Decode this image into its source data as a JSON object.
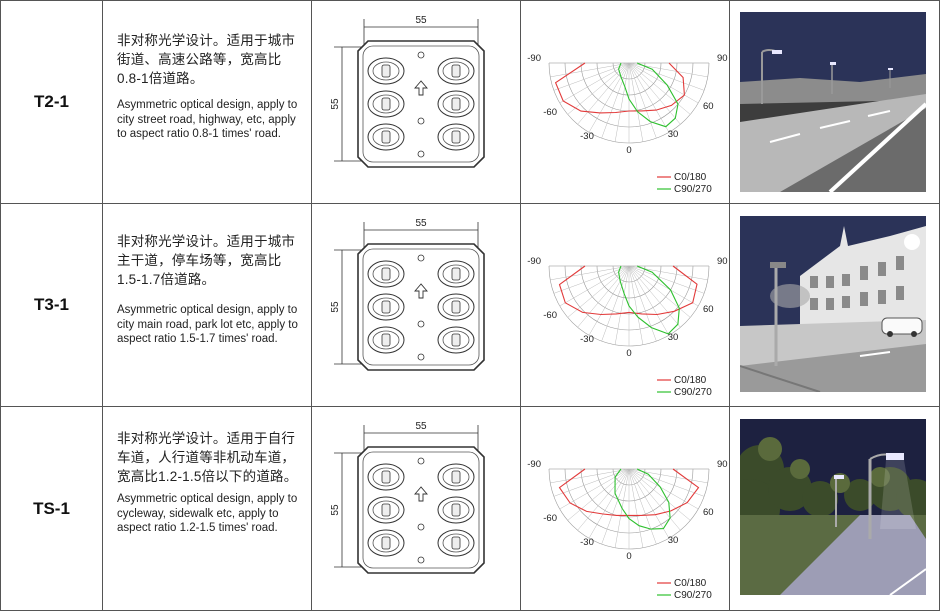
{
  "rows": [
    {
      "code": "T2-1",
      "zh": "非对称光学设计。适用于城市街道、高速公路等，宽高比0.8-1倍道路。",
      "en": "Asymmetric optical design, apply to city street road, highway, etc, apply to aspect ratio 0.8-1 times' road.",
      "module": {
        "width_label": "55",
        "height_label": "55"
      },
      "polar": {
        "labels": [
          "-90",
          "90",
          "-60",
          "60",
          "-30",
          "30",
          "0"
        ],
        "legend": [
          "C0/180",
          "C90/270"
        ]
      },
      "scene": "street-highway-night"
    },
    {
      "code": "T3-1",
      "zh": "非对称光学设计。适用于城市主干道，停车场等，宽高比1.5-1.7倍道路。",
      "en": "Asymmetric optical design, apply to city main road, park lot etc, apply to aspect ratio 1.5-1.7 times' road.",
      "module": {
        "width_label": "55",
        "height_label": "55"
      },
      "polar": {
        "labels": [
          "-90",
          "90",
          "-60",
          "60",
          "-30",
          "30",
          "0"
        ],
        "legend": [
          "C0/180",
          "C90/270"
        ]
      },
      "scene": "main-road-buildings-night"
    },
    {
      "code": "TS-1",
      "zh": "非对称光学设计。适用于自行车道，人行道等非机动车道，宽高比1.2-1.5倍以下的道路。",
      "en": "Asymmetric optical design, apply to cycleway, sidewalk etc, apply to aspect ratio 1.2-1.5 times' road.",
      "module": {
        "width_label": "55",
        "height_label": "55"
      },
      "polar": {
        "labels": [
          "-90",
          "90",
          "-60",
          "60",
          "-30",
          "30",
          "0"
        ],
        "legend": [
          "C0/180",
          "C90/270"
        ]
      },
      "scene": "sidewalk-trees-night"
    }
  ],
  "colors": {
    "c0": "#e23a3a",
    "c90": "#2ec02e",
    "line": "#555555",
    "sky": "#2b3358"
  }
}
